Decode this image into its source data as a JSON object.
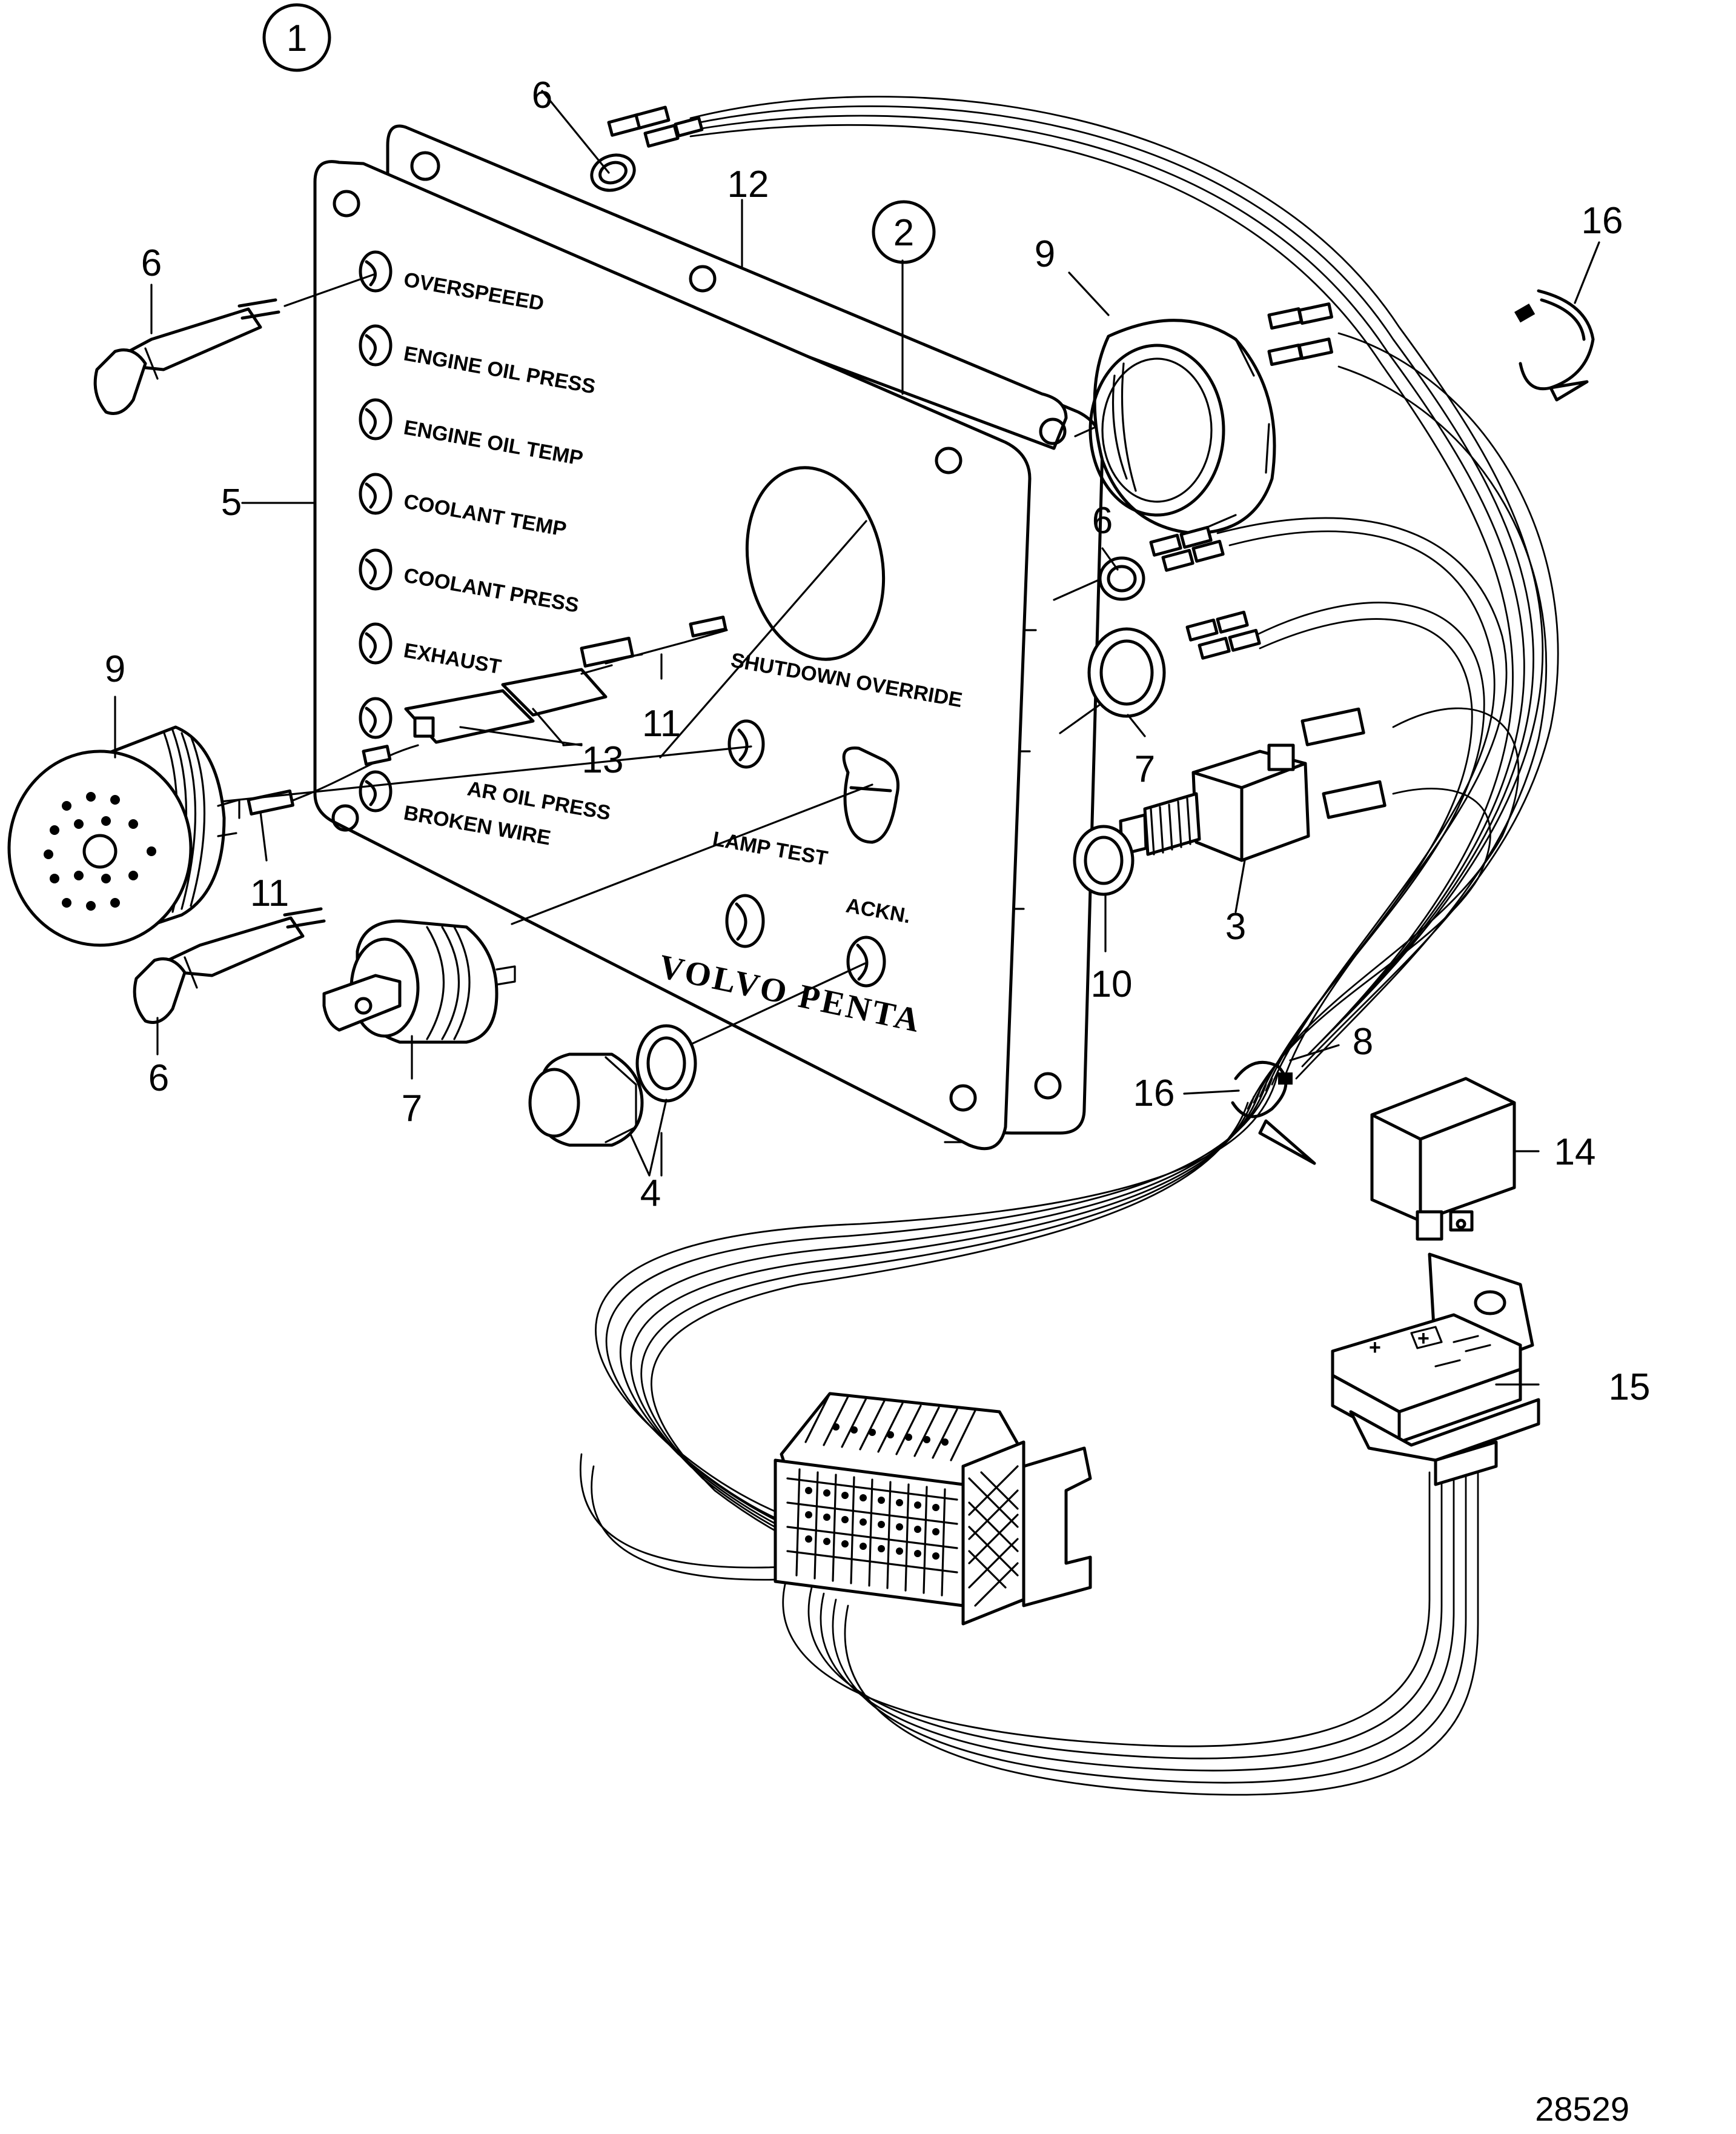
{
  "figure_number": "28529",
  "brand": "VOLVO PENTA",
  "panel_labels": {
    "overspeed": "OVERSPEEED",
    "engine_oil_press": "ENGINE OIL PRESS",
    "engine_oil_temp": "ENGINE OIL TEMP",
    "coolant_temp": "COOLANT TEMP",
    "coolant_press": "COOLANT PRESS",
    "exhaust": "EXHAUST",
    "gear_oil_press": "AR OIL PRESS",
    "broken_wire": "BROKEN WIRE",
    "shutdown_override": "SHUTDOWN OVERRIDE",
    "lamp_test": "LAMP TEST",
    "ackn": "ACKN."
  },
  "callouts": {
    "c1": "1",
    "c2": "2",
    "c3": "3",
    "c4": "4",
    "c5": "5",
    "c6a": "6",
    "c6b": "6",
    "c6c": "6",
    "c6d": "6",
    "c7a": "7",
    "c7b": "7",
    "c8": "8",
    "c9a": "9",
    "c9b": "9",
    "c10": "10",
    "c11a": "11",
    "c11b": "11",
    "c12": "12",
    "c13": "13",
    "c14": "14",
    "c15": "15",
    "c16a": "16",
    "c16b": "16"
  }
}
